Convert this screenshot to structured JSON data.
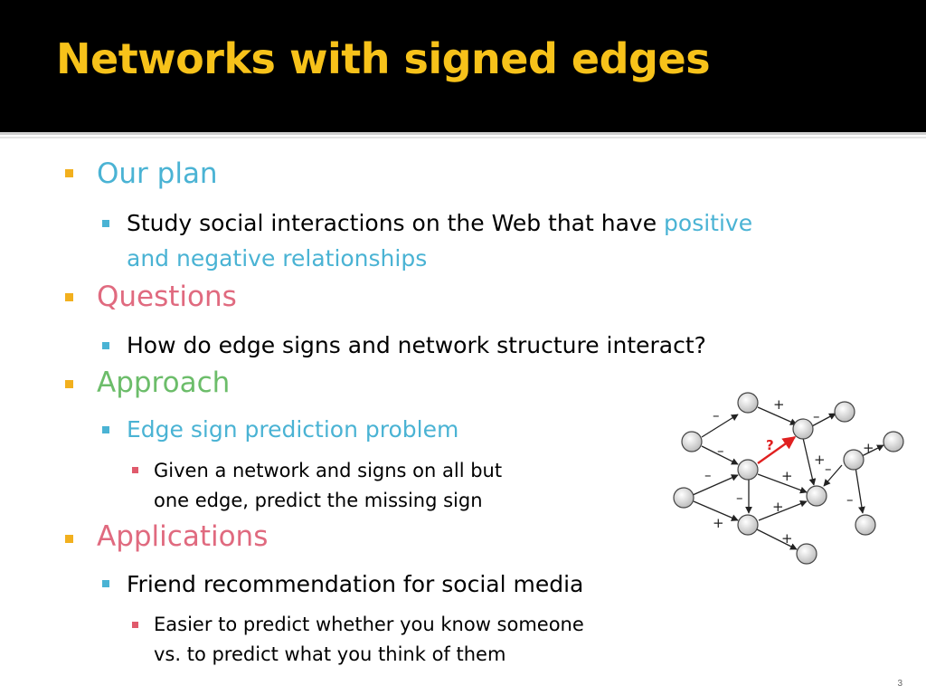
{
  "title": "Networks with signed edges",
  "sections": [
    {
      "heading": "Our plan",
      "sub": [
        {
          "line1_text": "Study social interactions on the Web that have ",
          "line1_highlight": "positive",
          "line2": "and negative relationships"
        }
      ]
    },
    {
      "heading": "Questions",
      "sub": [
        {
          "text": "How do edge signs and network structure interact?"
        }
      ]
    },
    {
      "heading": "Approach",
      "sub": [
        {
          "text": "Edge sign prediction problem"
        }
      ],
      "subsub": [
        {
          "line1": "Given a network and signs on all but",
          "line2": "one edge, predict the missing sign"
        }
      ]
    },
    {
      "heading": "Applications",
      "sub": [
        {
          "text": "Friend recommendation for social media"
        }
      ],
      "subsub": [
        {
          "line1": "Easier to predict whether you know someone",
          "line2": "vs. to predict what you think of them"
        }
      ]
    }
  ],
  "graph": {
    "edge_labels": [
      "–",
      "+",
      "–",
      "–",
      "?",
      "+",
      "–",
      "+",
      "–",
      "+",
      "–",
      "+",
      "+",
      "–",
      "+"
    ]
  },
  "slide_number": "3",
  "colors": {
    "title": "#f7c21a",
    "bullet_l1": "#f2b01e",
    "bullet_l2": "#4ab3d4",
    "bullet_l3": "#e05a6c",
    "blue": "#4ab3d4",
    "pink": "#e06a7f",
    "green": "#6cbd6a",
    "question_edge": "#e02020"
  }
}
